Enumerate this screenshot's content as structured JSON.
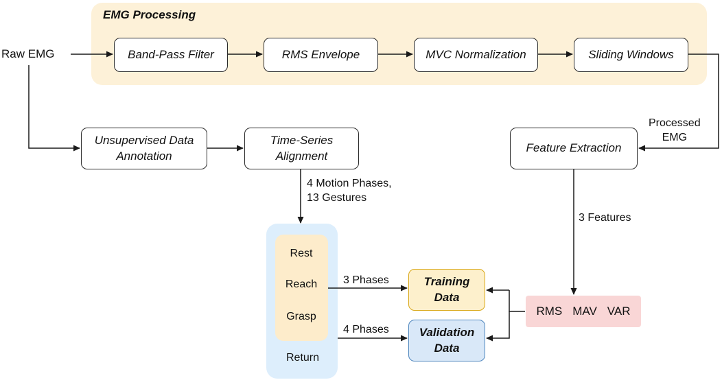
{
  "processing": {
    "title": "EMG Processing",
    "steps": [
      "Band-Pass Filter",
      "RMS Envelope",
      "MVC Normalization",
      "Sliding Windows"
    ]
  },
  "input": {
    "label": "Raw EMG"
  },
  "annotation": {
    "unsupervised_line1": "Unsupervised Data",
    "unsupervised_line2": "Annotation",
    "alignment_line1": "Time-Series",
    "alignment_line2": "Alignment"
  },
  "processed_label": {
    "line1": "Processed",
    "line2": "EMG"
  },
  "feature_extraction": {
    "label": "Feature Extraction"
  },
  "motion_label": {
    "line1": "4 Motion Phases,",
    "line2": "13 Gestures"
  },
  "features_label": "3 Features",
  "phases": [
    "Rest",
    "Reach",
    "Grasp",
    "Return"
  ],
  "split_labels": {
    "train": "3 Phases",
    "validation": "4 Phases"
  },
  "outputs": {
    "training_line1": "Training",
    "training_line2": "Data",
    "validation_line1": "Validation",
    "validation_line2": "Data"
  },
  "features": [
    "RMS",
    "MAV",
    "VAR"
  ],
  "colors": {
    "processing_bg": "#fdf1d8",
    "phase_group_bg": "#ddeefc",
    "phase_inner_bg": "#fdeccb",
    "training_fill": "#fdf0cc",
    "training_border": "#d9a818",
    "validation_fill": "#d9e8f8",
    "validation_border": "#4f86bd",
    "features_bg": "#f9d6d6"
  }
}
